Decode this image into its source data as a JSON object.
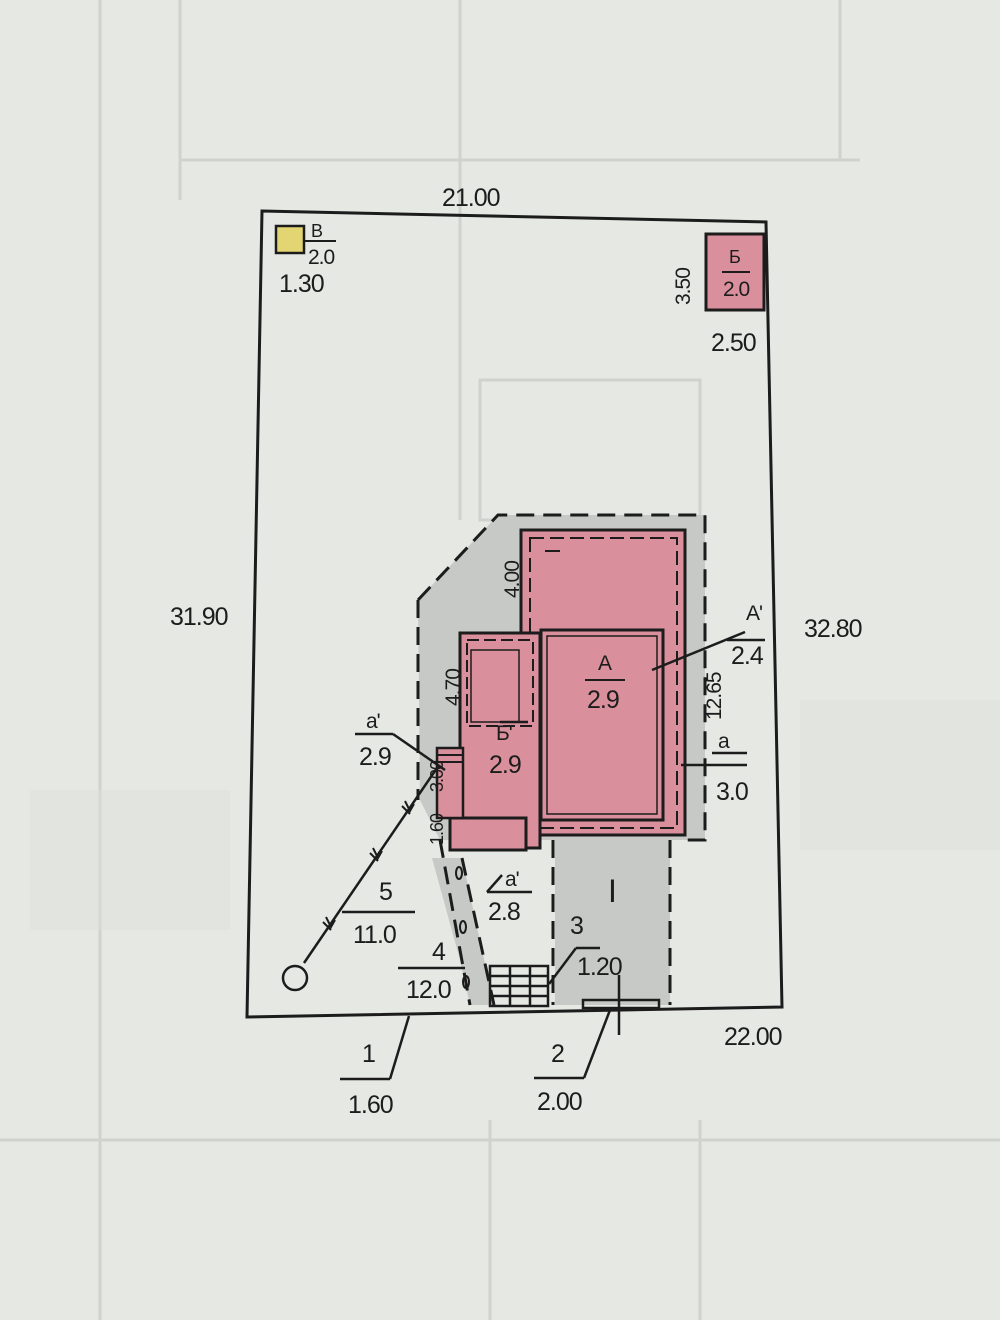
{
  "plot": {
    "dim_top": "21.00",
    "dim_left": "31.90",
    "dim_right": "32.80",
    "dim_bottom": "22.00"
  },
  "building_v": {
    "letter": "В",
    "height": "2.0",
    "size": "1.30"
  },
  "building_b": {
    "letter": "Б",
    "height": "2.0",
    "width": "2.50",
    "length": "3.50"
  },
  "main_house": {
    "a_letter": "А",
    "a_height": "2.9",
    "a1_letter": "А'",
    "a1_height": "2.4",
    "b1_letter": "Б'",
    "b1_height": "2.9",
    "porch_a": "а",
    "porch_a_height": "3.0",
    "porch_a2": "а'",
    "porch_a2_height": "2.9",
    "porch_a3": "а'",
    "porch_a3_height": "2.8",
    "dim_4_00": "4.00",
    "dim_4_70": "4.70",
    "dim_12_65": "12.65",
    "dim_3_00": "3.00",
    "dim_1_60": "1.60"
  },
  "yard": {
    "roman": "I"
  },
  "structures": [
    {
      "num": "1",
      "value": "1.60"
    },
    {
      "num": "2",
      "value": "2.00"
    },
    {
      "num": "3",
      "value": "1.20"
    },
    {
      "num": "4",
      "value": "12.0"
    },
    {
      "num": "5",
      "value": "11.0"
    }
  ],
  "colors": {
    "paper": "#e6e8e4",
    "building_fill": "#d9909c",
    "yard_fill": "#c5c7c4",
    "shed_fill": "#e3d672",
    "ink": "#1c1c1c"
  }
}
